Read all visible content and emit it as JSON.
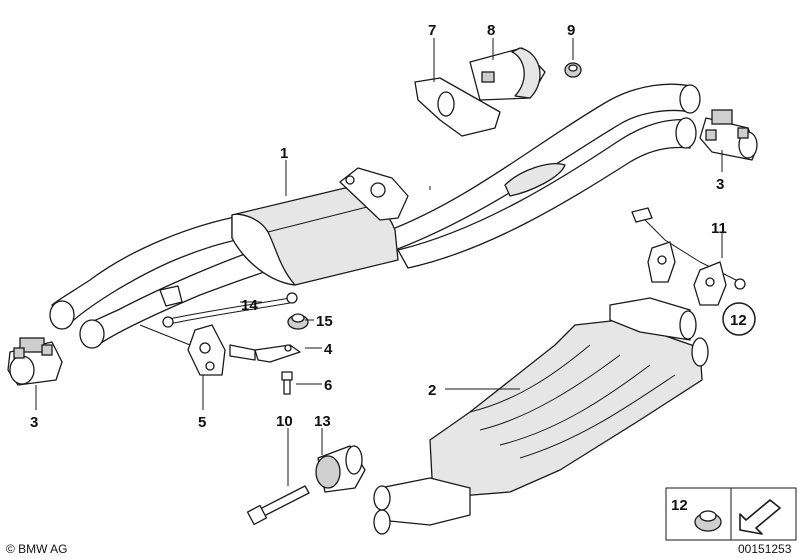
{
  "callouts": {
    "c1": "1",
    "c2": "2",
    "c3_right": "3",
    "c3_left": "3",
    "c4": "4",
    "c5": "5",
    "c6": "6",
    "c7": "7",
    "c8": "8",
    "c9": "9",
    "c10": "10",
    "c11": "11",
    "c12_circle": "12",
    "c13": "13",
    "c14": "14",
    "c15": "15"
  },
  "legend": {
    "part_number": "12"
  },
  "footer": {
    "copyright": "© BMW AG",
    "image_number": "00151253"
  }
}
